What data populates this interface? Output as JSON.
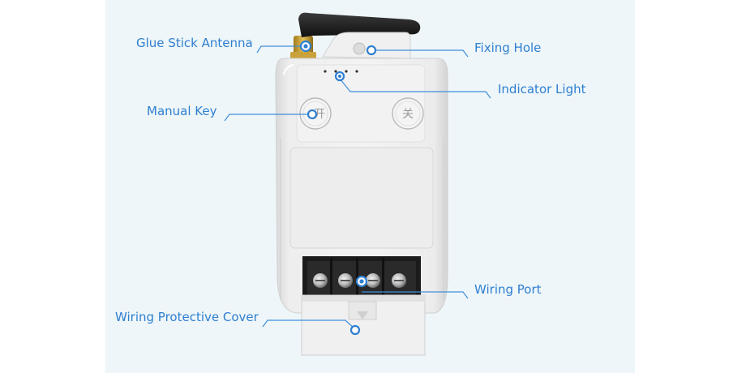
{
  "labels": {
    "antenna": "Glue Stick Antenna",
    "fixing_hole": "Fixing Hole",
    "indicator": "Indicator Light",
    "manual_key": "Manual Key",
    "wiring_port": "Wiring Port",
    "cover": "Wiring Protective Cover"
  },
  "buttons": {
    "on": "开",
    "off": "关"
  },
  "colors": {
    "label": "#2f7fd0",
    "panel": "#eef6f9",
    "housing": "#e6e6e6"
  },
  "icons": [
    "antenna-icon",
    "fixing-hole-icon",
    "indicator-light-icon",
    "manual-key-icon",
    "terminal-screw-icon",
    "cover-arrow-icon"
  ]
}
